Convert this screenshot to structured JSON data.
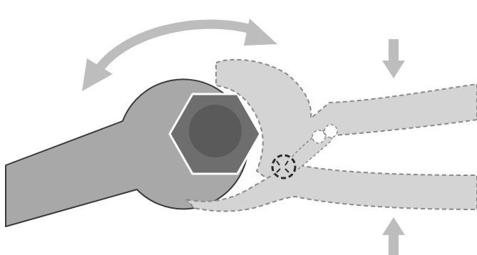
{
  "diagram": {
    "colors": {
      "background": "#ffffff",
      "wrench_fill": "#a8a8a8",
      "wrench_outline": "#3a3a3a",
      "hex_nut_fill": "#6e6e6e",
      "hex_nut_inner": "#5a5a5a",
      "hex_nut_border": "#ffffff",
      "pliers_fill": "#d4d4d4",
      "pliers_outline": "#8a8a8a",
      "arrow": "#bdbdbd"
    },
    "icons": {
      "rotation_arrow": "curved-double-arrow",
      "squeeze_top": "arrow-down",
      "squeeze_bottom": "arrow-up"
    }
  }
}
